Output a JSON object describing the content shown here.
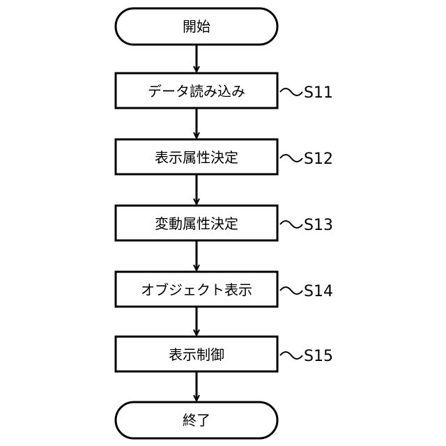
{
  "flowchart": {
    "start": {
      "label": "開始"
    },
    "steps": [
      {
        "label": "データ読み込み",
        "ref": "S11"
      },
      {
        "label": "表示属性決定",
        "ref": "S12"
      },
      {
        "label": "変動属性決定",
        "ref": "S13"
      },
      {
        "label": "オブジェクト表示",
        "ref": "S14"
      },
      {
        "label": "表示制御",
        "ref": "S15"
      }
    ],
    "end": {
      "label": "終了"
    }
  }
}
